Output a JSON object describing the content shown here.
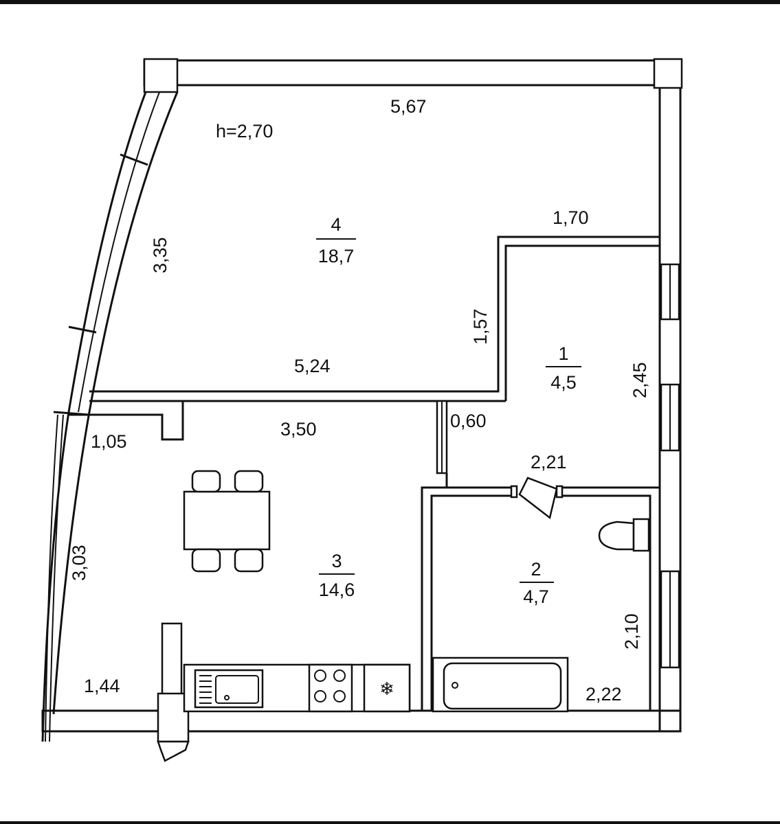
{
  "plan": {
    "ceiling_height": "h=2,70",
    "rooms": [
      {
        "number": "4",
        "area": "18,7"
      },
      {
        "number": "1",
        "area": "4,5"
      },
      {
        "number": "3",
        "area": "14,6"
      },
      {
        "number": "2",
        "area": "4,7"
      }
    ],
    "dimensions": {
      "top": "5,67",
      "left_upper": "3,35",
      "step_top": "1,70",
      "step_vertical": "1,57",
      "living_bottom": "5,24",
      "hall_right": "2,45",
      "hall_width": "0,60",
      "bath_top": "2,21",
      "kitchen_niche": "1,05",
      "kitchen_top": "3,50",
      "left_lower": "3,03",
      "kitchen_bottom": "1,44",
      "bath_right": "2,10",
      "bath_bottom": "2,22"
    },
    "fridge_icon": "snowflake-icon",
    "fridge_glyph": "❄"
  }
}
